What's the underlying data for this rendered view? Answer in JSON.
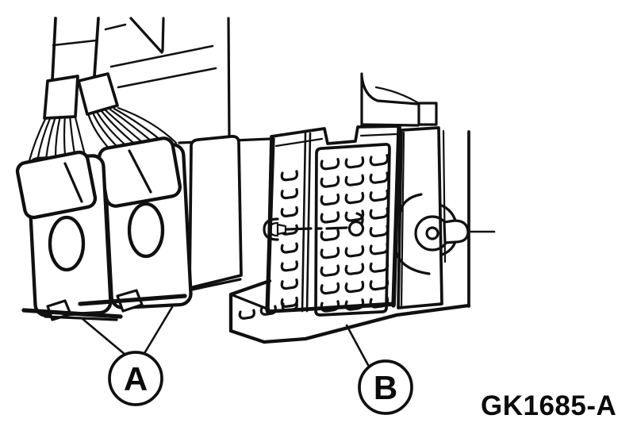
{
  "figure": {
    "callouts": {
      "a": "A",
      "b": "B"
    },
    "code": "GK1685-A",
    "colors": {
      "ink": "#101010",
      "paper": "#ffffff"
    }
  }
}
